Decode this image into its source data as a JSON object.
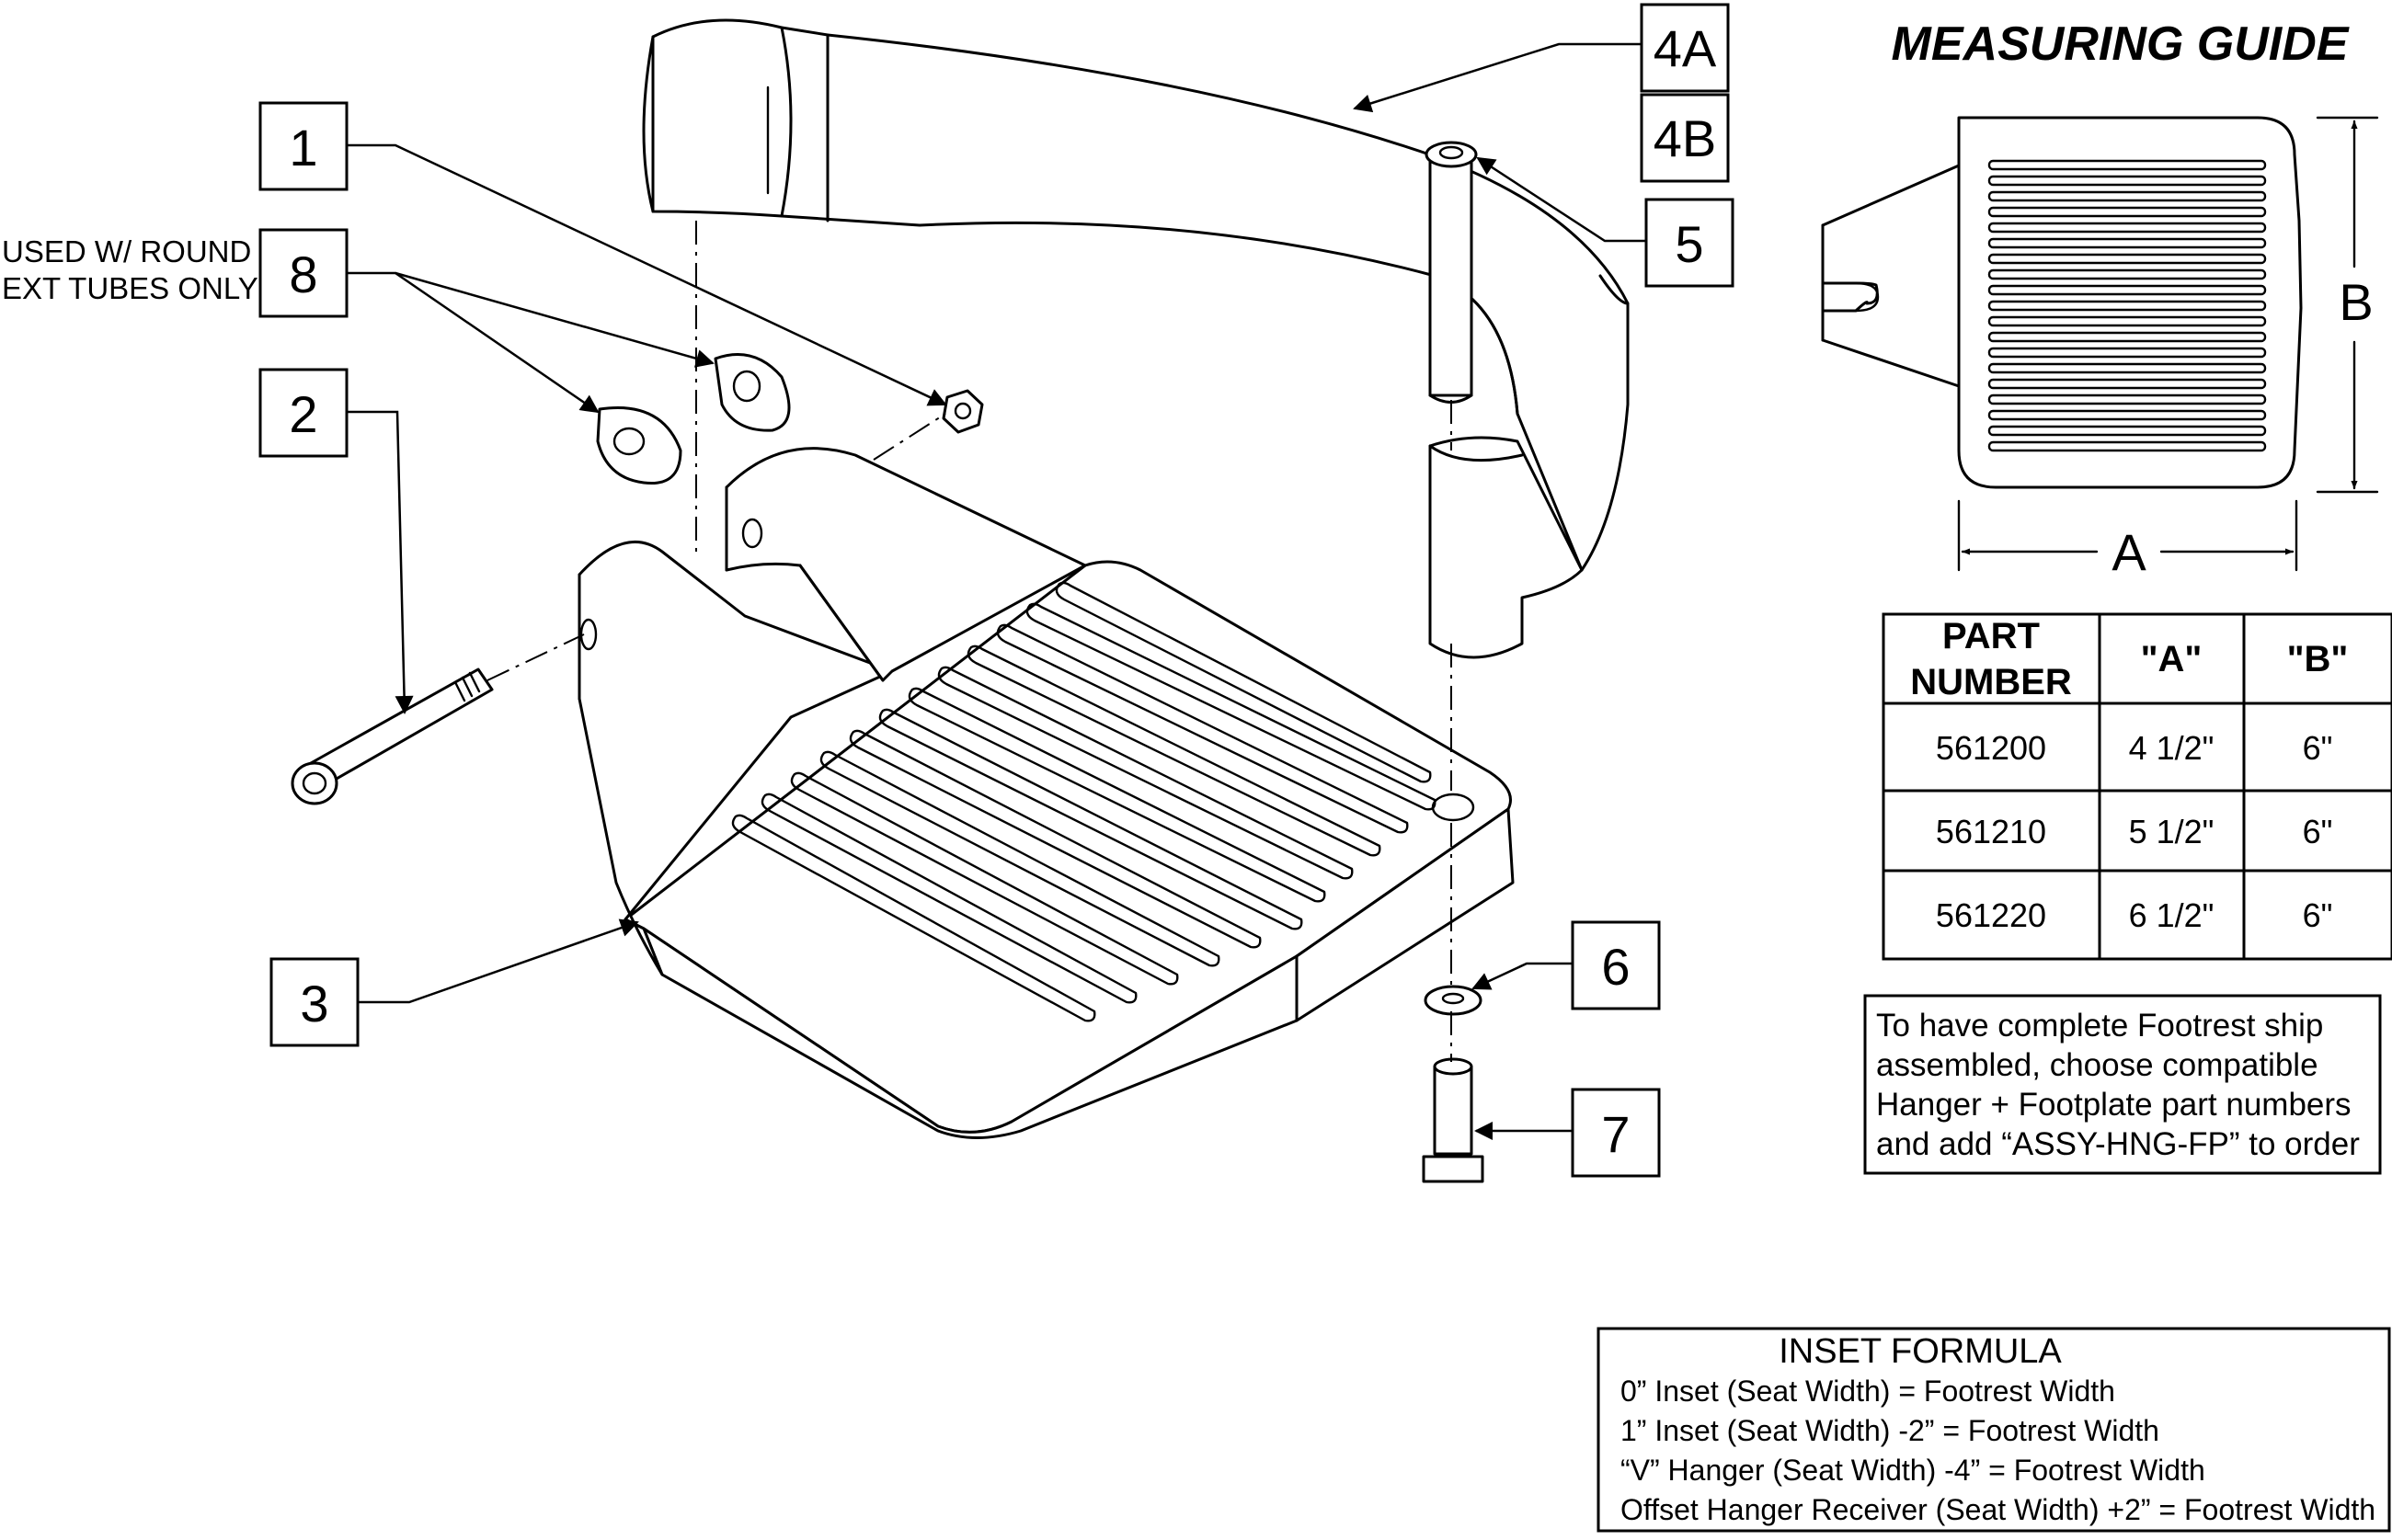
{
  "guide": {
    "title": "MEASURING GUIDE",
    "dim_a": "A",
    "dim_b": "B"
  },
  "callouts": {
    "c1": "1",
    "c2": "2",
    "c3": "3",
    "c4a": "4A",
    "c4b": "4B",
    "c5": "5",
    "c6": "6",
    "c7": "7",
    "c8": "8"
  },
  "used_note": {
    "line1": "USED W/ ROUND",
    "line2": "EXT TUBES ONLY"
  },
  "parts_table": {
    "header_part_line1": "PART",
    "header_part_line2": "NUMBER",
    "header_a": "\"A\"",
    "header_b": "\"B\"",
    "rows": [
      {
        "part": "561200",
        "a": "4 1/2\"",
        "b": "6\""
      },
      {
        "part": "561210",
        "a": "5 1/2\"",
        "b": "6\""
      },
      {
        "part": "561220",
        "a": "6 1/2\"",
        "b": "6\""
      }
    ]
  },
  "assembly_note": {
    "line1": "To have complete Footrest ship",
    "line2": "assembled, choose compatible",
    "line3": "Hanger + Footplate part numbers",
    "line4": "and add “ASSY-HNG-FP” to order"
  },
  "inset_formula": {
    "title": "INSET FORMULA",
    "lines": [
      "0” Inset (Seat Width) = Footrest Width",
      "1” Inset (Seat Width) -2” = Footrest Width",
      "“V” Hanger (Seat Width) -4” = Footrest Width",
      "Offset Hanger Receiver (Seat Width) +2” = Footrest Width"
    ]
  }
}
